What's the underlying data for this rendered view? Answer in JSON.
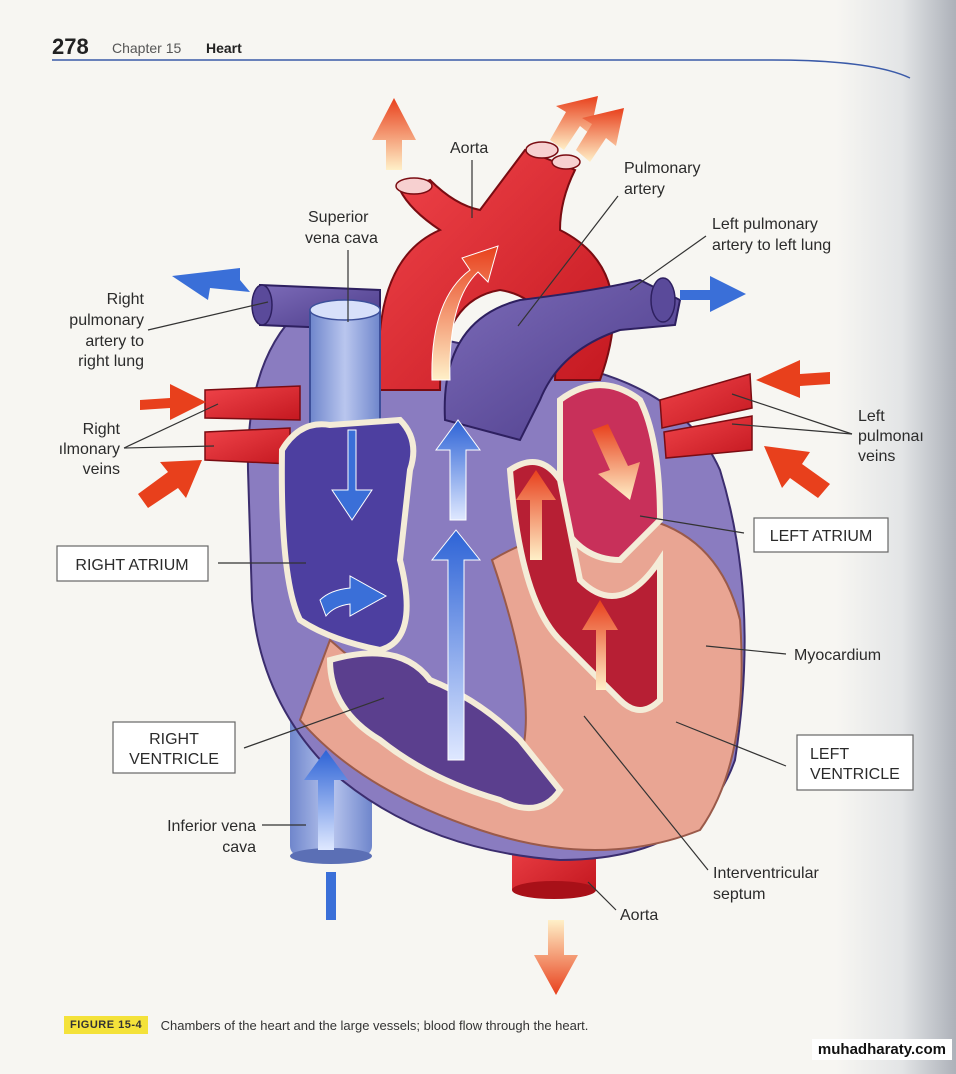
{
  "header": {
    "page_number": "278",
    "chapter": "Chapter 15",
    "chapter_title": "Heart"
  },
  "labels": {
    "aorta_top": "Aorta",
    "pulmonary_artery_1": "Pulmonary",
    "pulmonary_artery_2": "artery",
    "superior_vc_1": "Superior",
    "superior_vc_2": "vena cava",
    "left_pa_1": "Left pulmonary",
    "left_pa_2": "artery to left lung",
    "right_pa_1": "Right",
    "right_pa_2": "pulmonary",
    "right_pa_3": "artery to",
    "right_pa_4": "right lung",
    "right_pv_1": "Right",
    "right_pv_2": "ılmonary",
    "right_pv_3": "veins",
    "left_pv_1": "Left",
    "left_pv_2": "pulmonaı",
    "left_pv_3": "veins",
    "right_atrium": "RIGHT ATRIUM",
    "left_atrium": "LEFT ATRIUM",
    "myocardium": "Myocardium",
    "right_ventricle_1": "RIGHT",
    "right_ventricle_2": "VENTRICLE",
    "left_ventricle_1": "LEFT",
    "left_ventricle_2": "VENTRICLE",
    "inferior_vc_1": "Inferior vena",
    "inferior_vc_2": "cava",
    "septum_1": "Interventricular",
    "septum_2": "septum",
    "aorta_bottom": "Aorta"
  },
  "caption": {
    "figure_tag": "FIGURE 15-4",
    "text": "Chambers of the heart and the large vessels; blood flow through the heart."
  },
  "watermark": "muhadharaty.com",
  "colors": {
    "oxygenated": "#e0262e",
    "deoxygenated": "#5a4a9a",
    "vena_cava_blue": "#8fa3d8",
    "myocardium": "#e9a593",
    "flow_blue": "#3a6fd8",
    "flow_red": "#e8401c",
    "caption_tag": "#f4e23a"
  }
}
